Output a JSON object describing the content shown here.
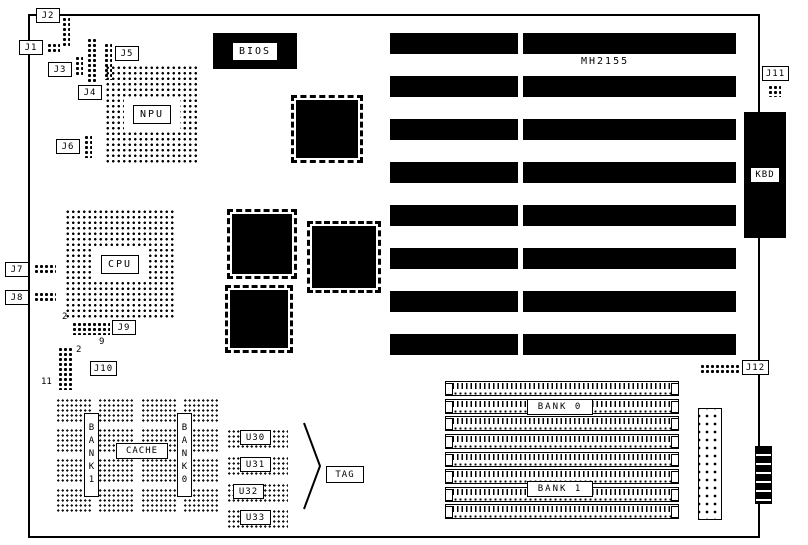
{
  "board": {
    "model": "MH2155"
  },
  "jumpers": {
    "j1": "J1",
    "j2": "J2",
    "j3": "J3",
    "j4": "J4",
    "j5": "J5",
    "j6": "J6",
    "j7": "J7",
    "j8": "J8",
    "j9": "J9",
    "j10": "J10",
    "j11": "J11",
    "j12": "J12"
  },
  "pin_numbers": {
    "j9_start": "2",
    "j9_end": "9",
    "j10_start": "2",
    "j10_end": "11"
  },
  "chips": {
    "bios": "BIOS",
    "npu": "NPU",
    "cpu": "CPU",
    "kbd": "KBD"
  },
  "cache": {
    "bank1": "BANK1",
    "label": "CACHE",
    "bank0": "BANK0",
    "tag": "TAG",
    "u30": "U30",
    "u31": "U31",
    "u32": "U32",
    "u33": "U33"
  },
  "memory": {
    "bank0": "BANK 0",
    "bank1": "BANK 1"
  }
}
